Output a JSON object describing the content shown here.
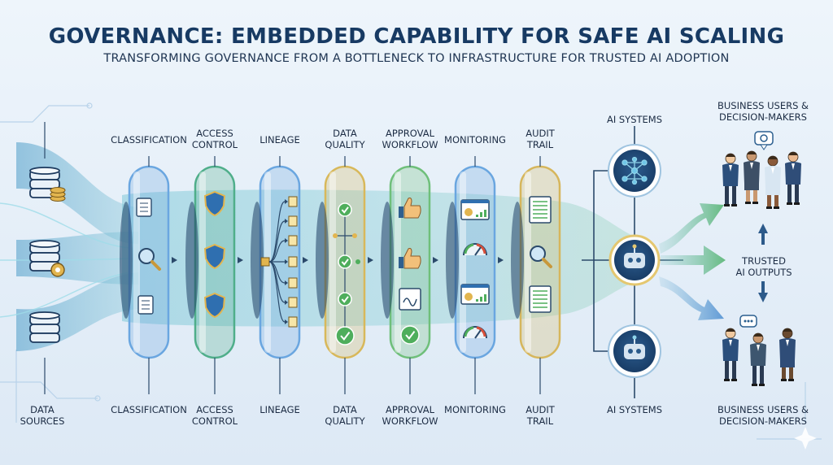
{
  "header": {
    "title": "GOVERNANCE: EMBEDDED CAPABILITY FOR SAFE AI SCALING",
    "subtitle": "TRANSFORMING GOVERNANCE FROM A BOTTLENECK TO INFRASTRUCTURE FOR TRUSTED AI ADOPTION"
  },
  "sources": {
    "line1": "DATA",
    "line2": "SOURCES"
  },
  "stages": [
    {
      "id": "classification",
      "top1": "CLASSIFICATION",
      "top2": "",
      "bottom1": "CLASSIFICATION",
      "bottom2": "",
      "color": "#6aa6e0"
    },
    {
      "id": "access-control",
      "top1": "ACCESS",
      "top2": "CONTROL",
      "bottom1": "ACCESS",
      "bottom2": "CONTROL",
      "color": "#4fae8a"
    },
    {
      "id": "lineage",
      "top1": "LINEAGE",
      "top2": "",
      "bottom1": "LINEAGE",
      "bottom2": "",
      "color": "#6aa6e0"
    },
    {
      "id": "data-quality",
      "top1": "DATA",
      "top2": "QUALITY",
      "bottom1": "DATA",
      "bottom2": "QUALITY",
      "color": "#d8b85a"
    },
    {
      "id": "approval-workflow",
      "top1": "APPROVAL",
      "top2": "WORKFLOW",
      "bottom1": "APPROVAL",
      "bottom2": "WORKFLOW",
      "color": "#6fbf7a"
    },
    {
      "id": "monitoring",
      "top1": "MONITORING",
      "top2": "",
      "bottom1": "MONITORING",
      "bottom2": "",
      "color": "#6aa6e0"
    },
    {
      "id": "audit-trail",
      "top1": "AUDIT",
      "top2": "TRAIL",
      "bottom1": "AUDIT",
      "bottom2": "TRAIL",
      "color": "#d6b65c"
    }
  ],
  "ai": {
    "top": "AI SYSTEMS",
    "bottom": "AI SYSTEMS"
  },
  "users": {
    "top1": "BUSINESS USERS &",
    "top2": "DECISION-MAKERS",
    "bottom1": "BUSINESS USERS &",
    "bottom2": "DECISION-MAKERS"
  },
  "trusted": {
    "line1": "TRUSTED",
    "line2": "AI OUTPUTS"
  },
  "colors": {
    "navy": "#173a63",
    "teal": "#2d9bb0",
    "green": "#5fb86a",
    "gold": "#d9b85a",
    "blue": "#5a9ad6"
  }
}
